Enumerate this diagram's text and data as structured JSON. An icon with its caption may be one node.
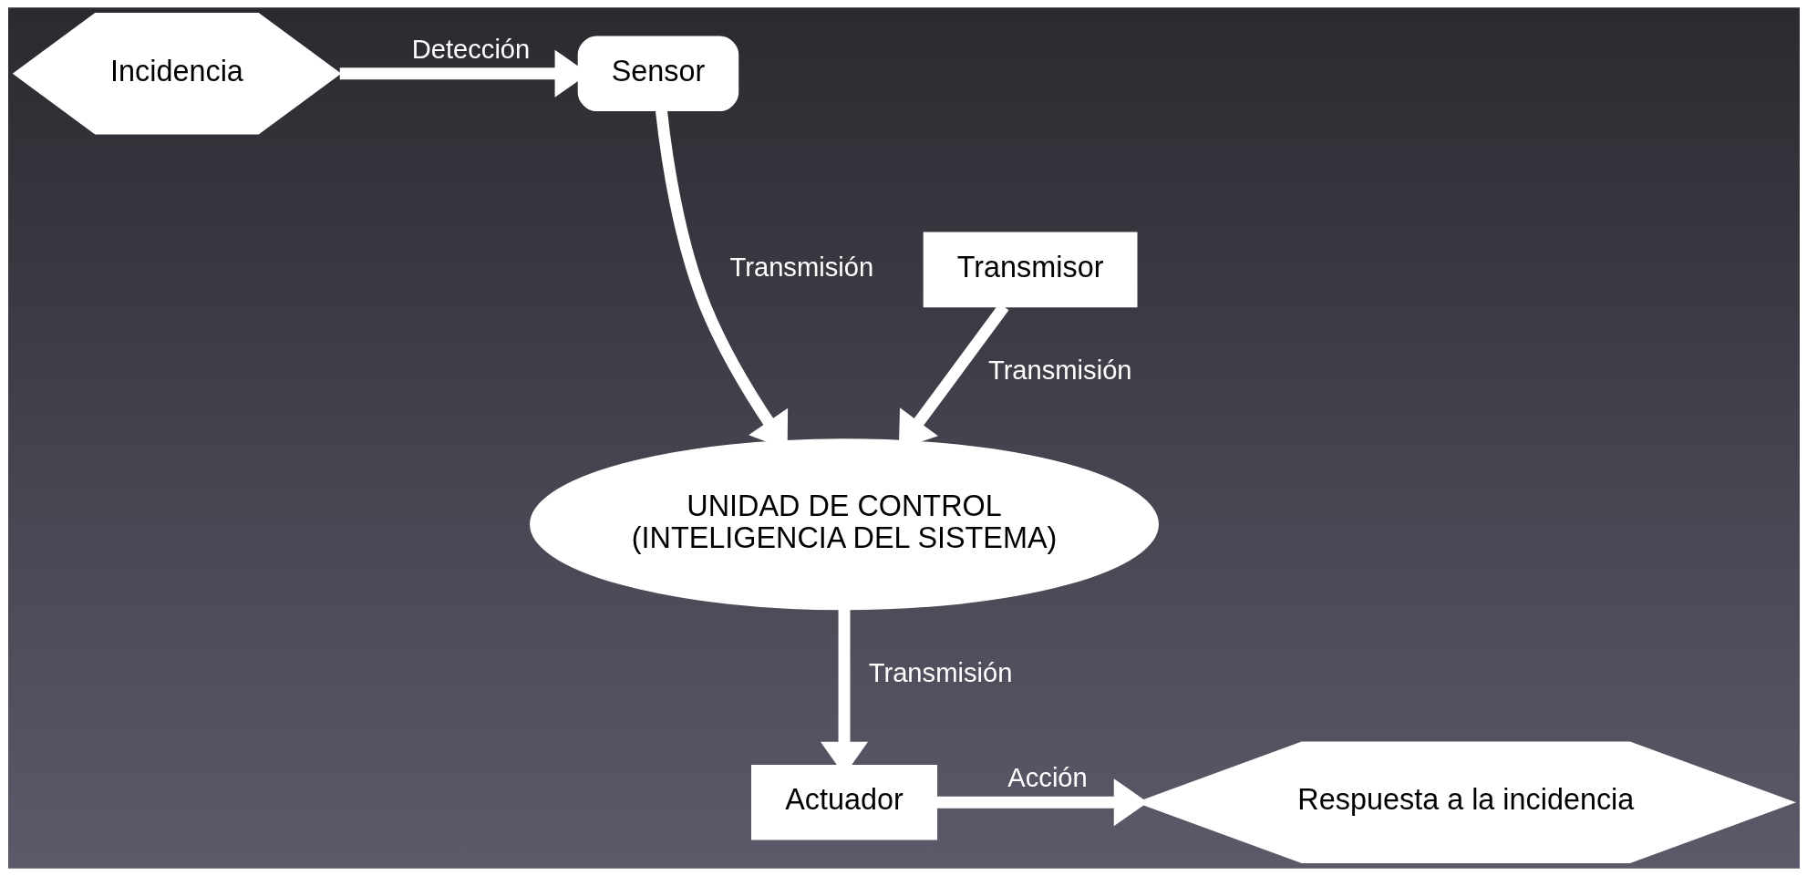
{
  "diagram": {
    "nodes": [
      {
        "text": [
          "Incidencia"
        ]
      },
      {
        "text": [
          "Sensor"
        ]
      },
      {
        "text": [
          "Transmisor"
        ]
      },
      {
        "text": [
          "UNIDAD DE CONTROL",
          "(INTELIGENCIA DEL SISTEMA)"
        ]
      },
      {
        "text": [
          "Actuador"
        ]
      },
      {
        "text": [
          "Respuesta a la incidencia"
        ]
      }
    ],
    "edges": [
      {
        "from": 0,
        "to": 1,
        "arrow": "to",
        "label": "Detección"
      },
      {
        "from": 1,
        "to": 3,
        "arrow": "to",
        "label": "Transmisión"
      },
      {
        "from": 2,
        "to": 3,
        "arrow": "to",
        "label": "Transmisión"
      },
      {
        "from": 3,
        "to": 4,
        "arrow": "to",
        "label": "Transmisión"
      },
      {
        "from": 4,
        "to": 5,
        "arrow": "to",
        "label": "Acción"
      }
    ]
  }
}
